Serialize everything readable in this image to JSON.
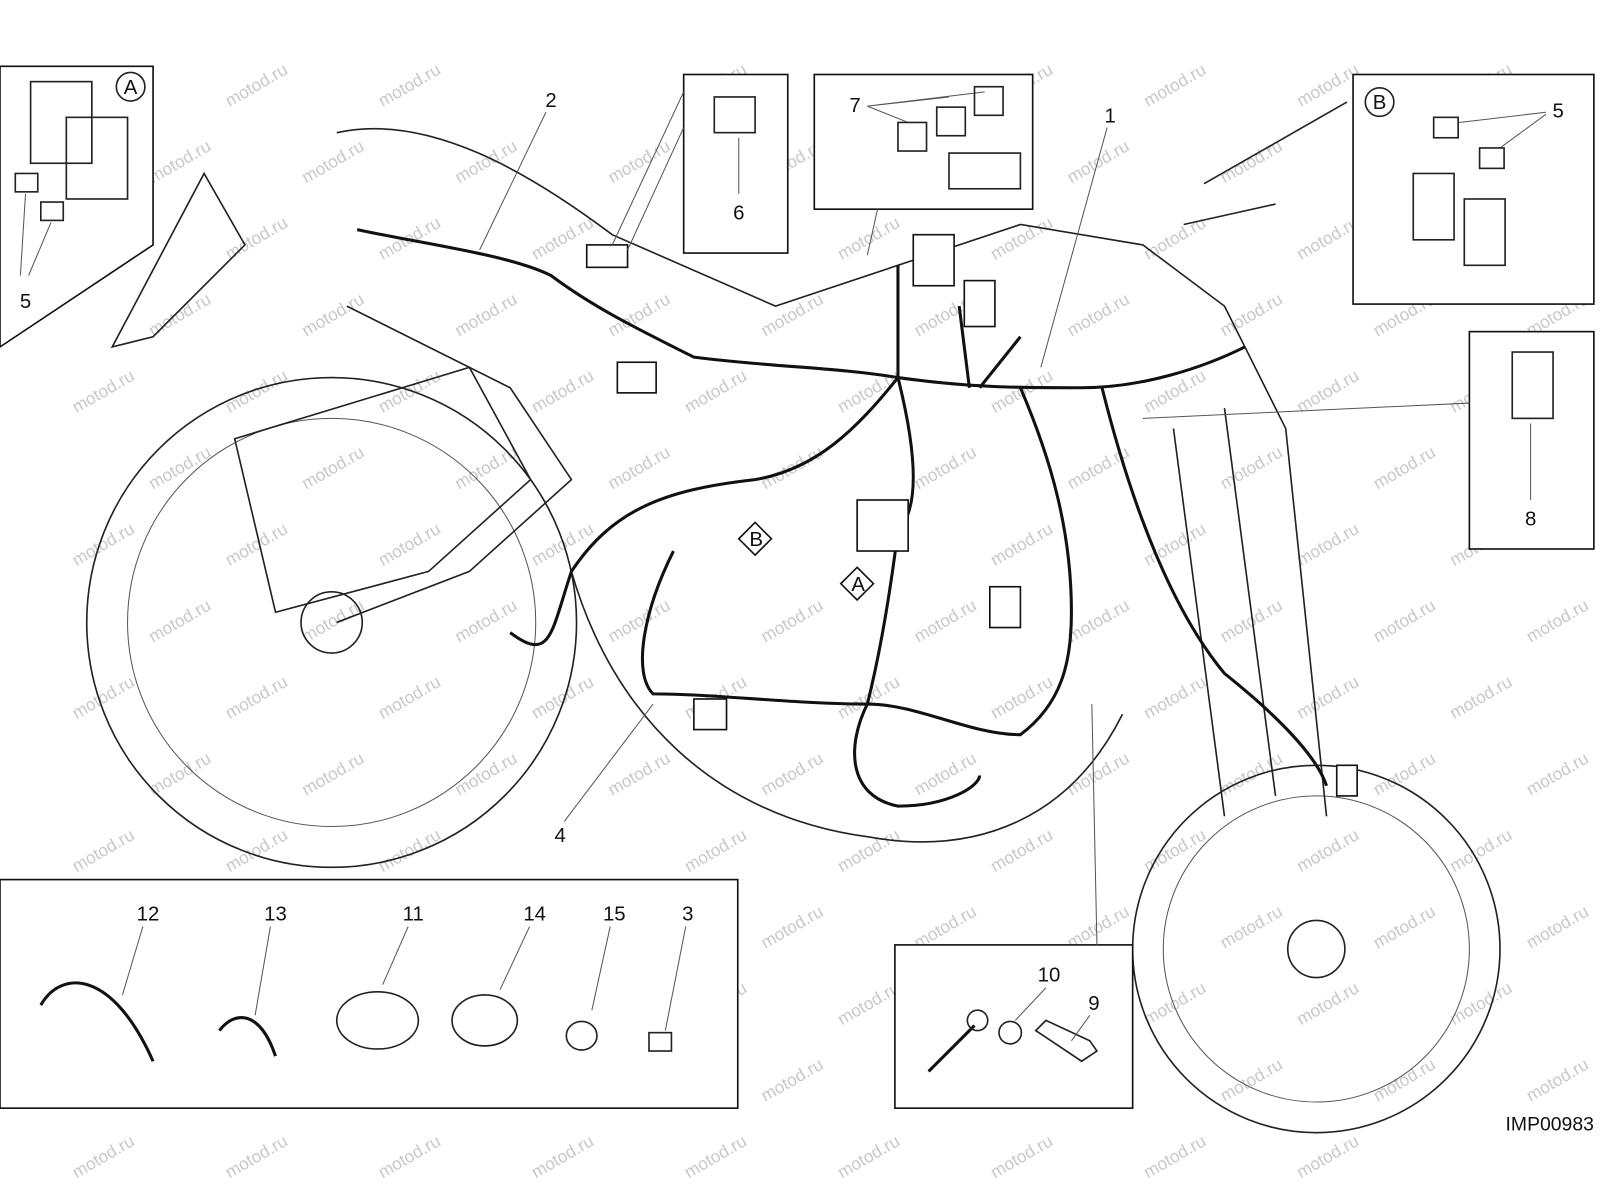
{
  "watermark": "motod.ru",
  "drawing_code": "IMP00983",
  "view_markers": {
    "a": "A",
    "b": "B"
  },
  "callouts": {
    "c1": "1",
    "c2": "2",
    "c3": "3",
    "c4": "4",
    "c5_left": "5",
    "c5_right": "5",
    "c6": "6",
    "c7": "7",
    "c8": "8",
    "c9": "9",
    "c10": "10",
    "c11": "11",
    "c12": "12",
    "c13": "13",
    "c14": "14",
    "c15": "15"
  }
}
